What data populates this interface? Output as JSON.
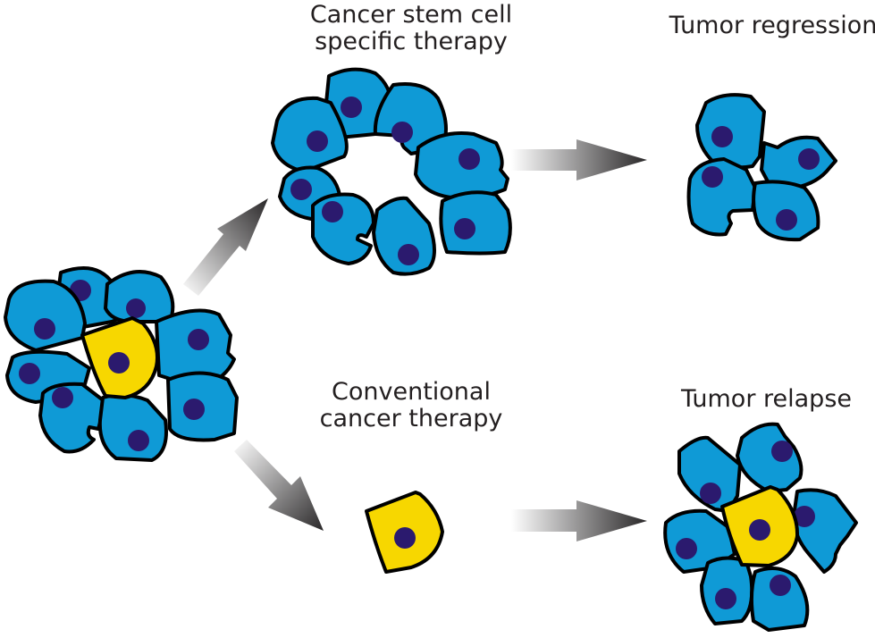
{
  "colors": {
    "normal_cell": "#0f9ad6",
    "stem_cell": "#f7d700",
    "nucleus": "#2b1a6e",
    "outline": "#000000",
    "arrow_dark": "#2a2829",
    "arrow_light": "#ffffff",
    "text": "#231f20"
  },
  "labels": {
    "stem_therapy_line1": "Cancer stem cell",
    "stem_therapy_line2": "specific therapy",
    "conventional_line1": "Conventional",
    "conventional_line2": "cancer therapy",
    "regression": "Tumor regression",
    "relapse": "Tumor relapse"
  },
  "groups": {
    "original_tumor": {
      "normal_cells": 8,
      "stem_cells": 1
    },
    "after_stem_therapy": {
      "normal_cells": 8,
      "stem_cells": 0
    },
    "tumor_regression": {
      "normal_cells": 4,
      "stem_cells": 0
    },
    "after_conventional": {
      "normal_cells": 0,
      "stem_cells": 1
    },
    "tumor_relapse": {
      "normal_cells": 6,
      "stem_cells": 1
    }
  }
}
